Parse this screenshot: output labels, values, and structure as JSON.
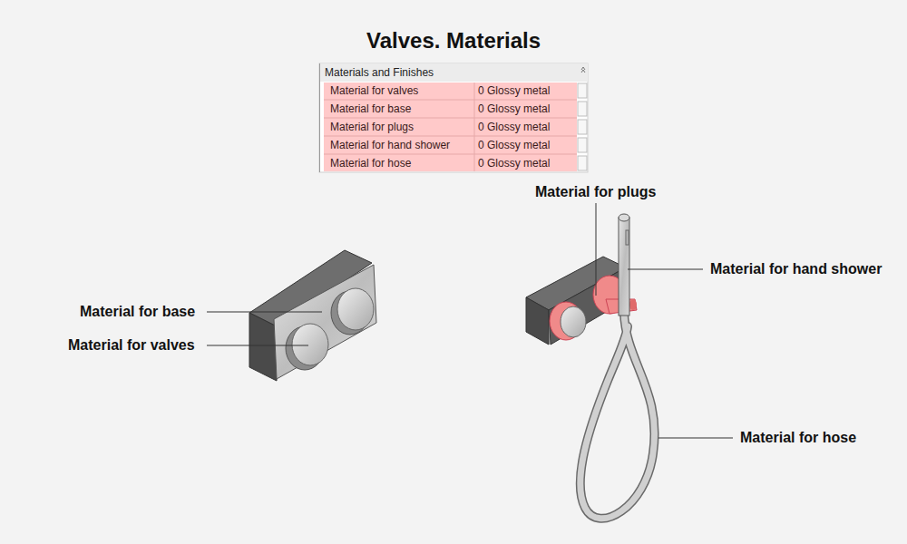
{
  "diagram": {
    "title": "Valves. Materials",
    "labels": [
      "Materials and Finishes",
      "Material for valves",
      "0 Glossy metal",
      "Material for base",
      "0 Glossy metal",
      "Material for plugs",
      "0 Glossy metal",
      "Material for hand shower",
      "0 Glossy metal",
      "Material for hose",
      "0 Glossy metal",
      "Material for plugs",
      "Material for hand shower",
      "Material for base",
      "Material for valves",
      "Material for hose"
    ]
  }
}
